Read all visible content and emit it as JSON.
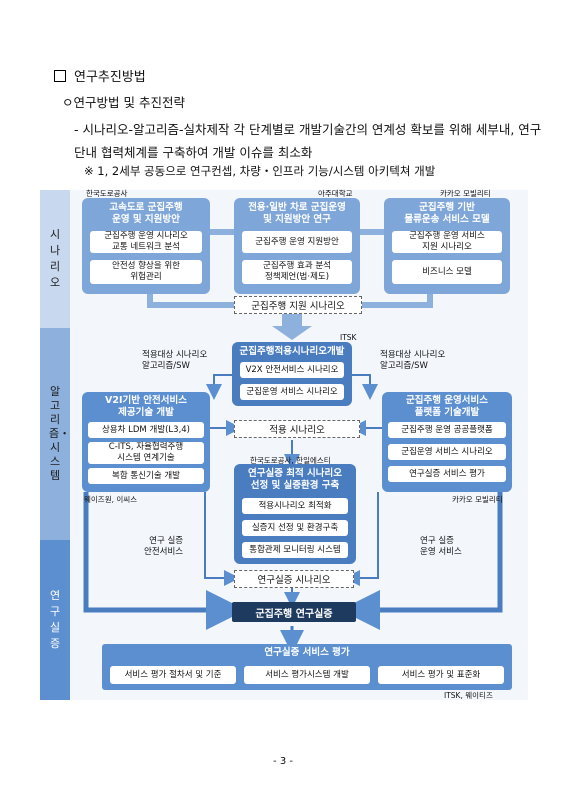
{
  "header": {
    "section_marker": "□",
    "section_title": "연구추진방법",
    "subsection_title": "ㅇ연구방법 및 추진전략",
    "bullet_dash": "-",
    "bullet_text": "시나리오-알고리즘-실차제작 각 단계별로 개발기술간의 연계성 확보를 위해 세부내, 연구단내 협력체계를 구축하여 개발 이슈를 최소화",
    "note": "※ 1, 2세부 공동으로 연구컨셉, 차량・인프라 기능/시스템 아키텍쳐 개발"
  },
  "stages": [
    {
      "label": "시나리오",
      "color": "#c8d9ef"
    },
    {
      "label": "알고리즘・시스템",
      "color": "#8db0dc"
    },
    {
      "label": "연구실증",
      "color": "#5b8fd0"
    }
  ],
  "orgs": {
    "ex": "한국도로공사",
    "ajou": "아주대학교",
    "kakao1": "카카오 모빌리티",
    "itsk1": "ITSK",
    "waves": "웨이즈원, 이씨스",
    "kakao2": "카카오 모빌리티",
    "ex_hanil": "한국도로공사, 한일에스티",
    "itsk_waves": "ITSK, 웨이티즈"
  },
  "scenario": {
    "m1": {
      "title": "고속도로 군집주행\n운영 및 지원방안",
      "items": [
        "군집주행 운영 시나리오\n교통 네트워크 분석",
        "안전성 향상을 위한\n위험관리"
      ]
    },
    "m2": {
      "title": "전용·일반 차로 군집운영\n및 지원방안 연구",
      "items": [
        "군집주행 운영 지원방안",
        "군집주행 효과 분석\n정책제언(법·제도)"
      ]
    },
    "m3": {
      "title": "군집주행 기반\n물류운송 서비스 모델",
      "items": [
        "군집주행 운영 서비스\n지원 시나리오",
        "비즈니스 모델"
      ]
    },
    "output": "군집주행 지원 시나리오"
  },
  "algo": {
    "center": {
      "title": "군집주행적용시나리오개발",
      "items": [
        "V2X 안전서비스 시나리오",
        "군집운영 서비스 시나리오"
      ]
    },
    "left_input": "적용대상 시나리오\n알고리즘/SW",
    "right_input": "적용대상 시나리오\n알고리즘/SW",
    "left": {
      "title": "V2I기반 안전서비스\n제공기술 개발",
      "items": [
        "상용차 LDM 개발(L3,4)",
        "C-ITS, 자율협력주행\n시스템 연계기술",
        "복합 통신기술 개발"
      ]
    },
    "right": {
      "title": "군집주행 운영서비스\n플랫폼 기술개발",
      "items": [
        "군집주행 운영 공공플랫폼",
        "군집운영 서비스 시나리오",
        "연구실증 서비스 평가"
      ]
    },
    "mid_output": "적용 시나리오",
    "test": {
      "title": "연구실증 최적 시나리오\n선정 및 실증환경 구축",
      "items": [
        "적용시나리오 최적화",
        "실증지 선정 및 환경구축",
        "통합관제 모니터링 시스템"
      ]
    }
  },
  "demo": {
    "left_input": "연구 실증\n안전서비스",
    "right_input": "연구 실증\n운영 서비스",
    "scenario": "연구실증 시나리오",
    "dark": "군집주행 연구실증",
    "eval": {
      "title": "연구실증 서비스 평가",
      "items": [
        "서비스 평가 절차서 및 기준",
        "서비스 평가시스템 개발",
        "서비스 평가 및 표준화"
      ]
    }
  },
  "page_number": "- 3 -"
}
